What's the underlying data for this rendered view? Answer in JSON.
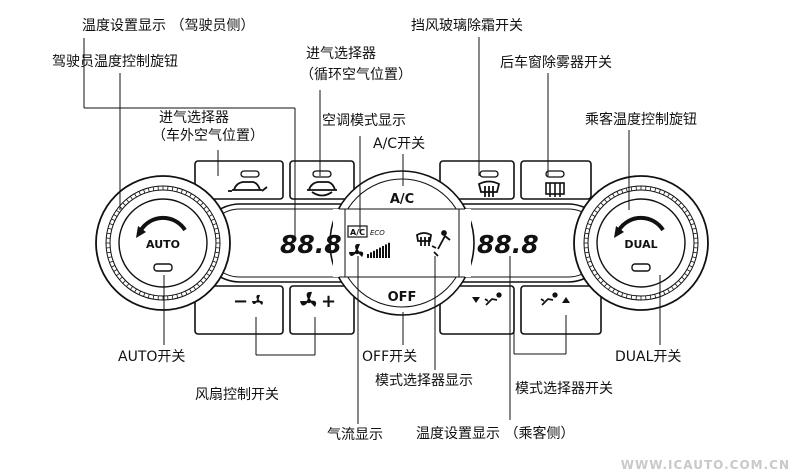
{
  "labels": {
    "driver_temp_display": "温度设置显示 （驾驶员侧）",
    "driver_temp_knob": "驾驶员温度控制旋钮",
    "intake_outside_1": "进气选择器",
    "intake_outside_2": "（车外空气位置）",
    "intake_recirc_1": "进气选择器",
    "intake_recirc_2": "（循环空气位置）",
    "ac_mode_display": "空调模式显示",
    "ac_switch": "A/C开关",
    "windshield_defrost": "挡风玻璃除霜开关",
    "rear_defog": "后车窗除雾器开关",
    "passenger_temp_knob": "乘客温度控制旋钮",
    "auto_switch": "AUTO开关",
    "fan_control": "风扇控制开关",
    "off_switch": "OFF开关",
    "airflow_display": "气流显示",
    "mode_selector_display": "模式选择器显示",
    "mode_selector_switch": "模式选择器开关",
    "passenger_temp_display": "温度设置显示 （乘客侧）",
    "dual_switch": "DUAL开关"
  },
  "panel": {
    "auto": "AUTO",
    "dual": "DUAL",
    "ac": "A/C",
    "off": "OFF",
    "digits_left": "88.8",
    "digits_right": "88.8",
    "ac_badge": "A/C",
    "eco": "ECO",
    "fan_minus": "−",
    "fan_plus": "+"
  },
  "icons": [
    "car-outside-air-icon",
    "car-recirculation-icon",
    "windshield-defrost-icon",
    "rear-defog-icon",
    "fan-icon",
    "airflow-mode-icon",
    "arrow-down-icon",
    "arrow-up-icon"
  ],
  "watermark": "WWW.ICAUTO.COM.CN"
}
